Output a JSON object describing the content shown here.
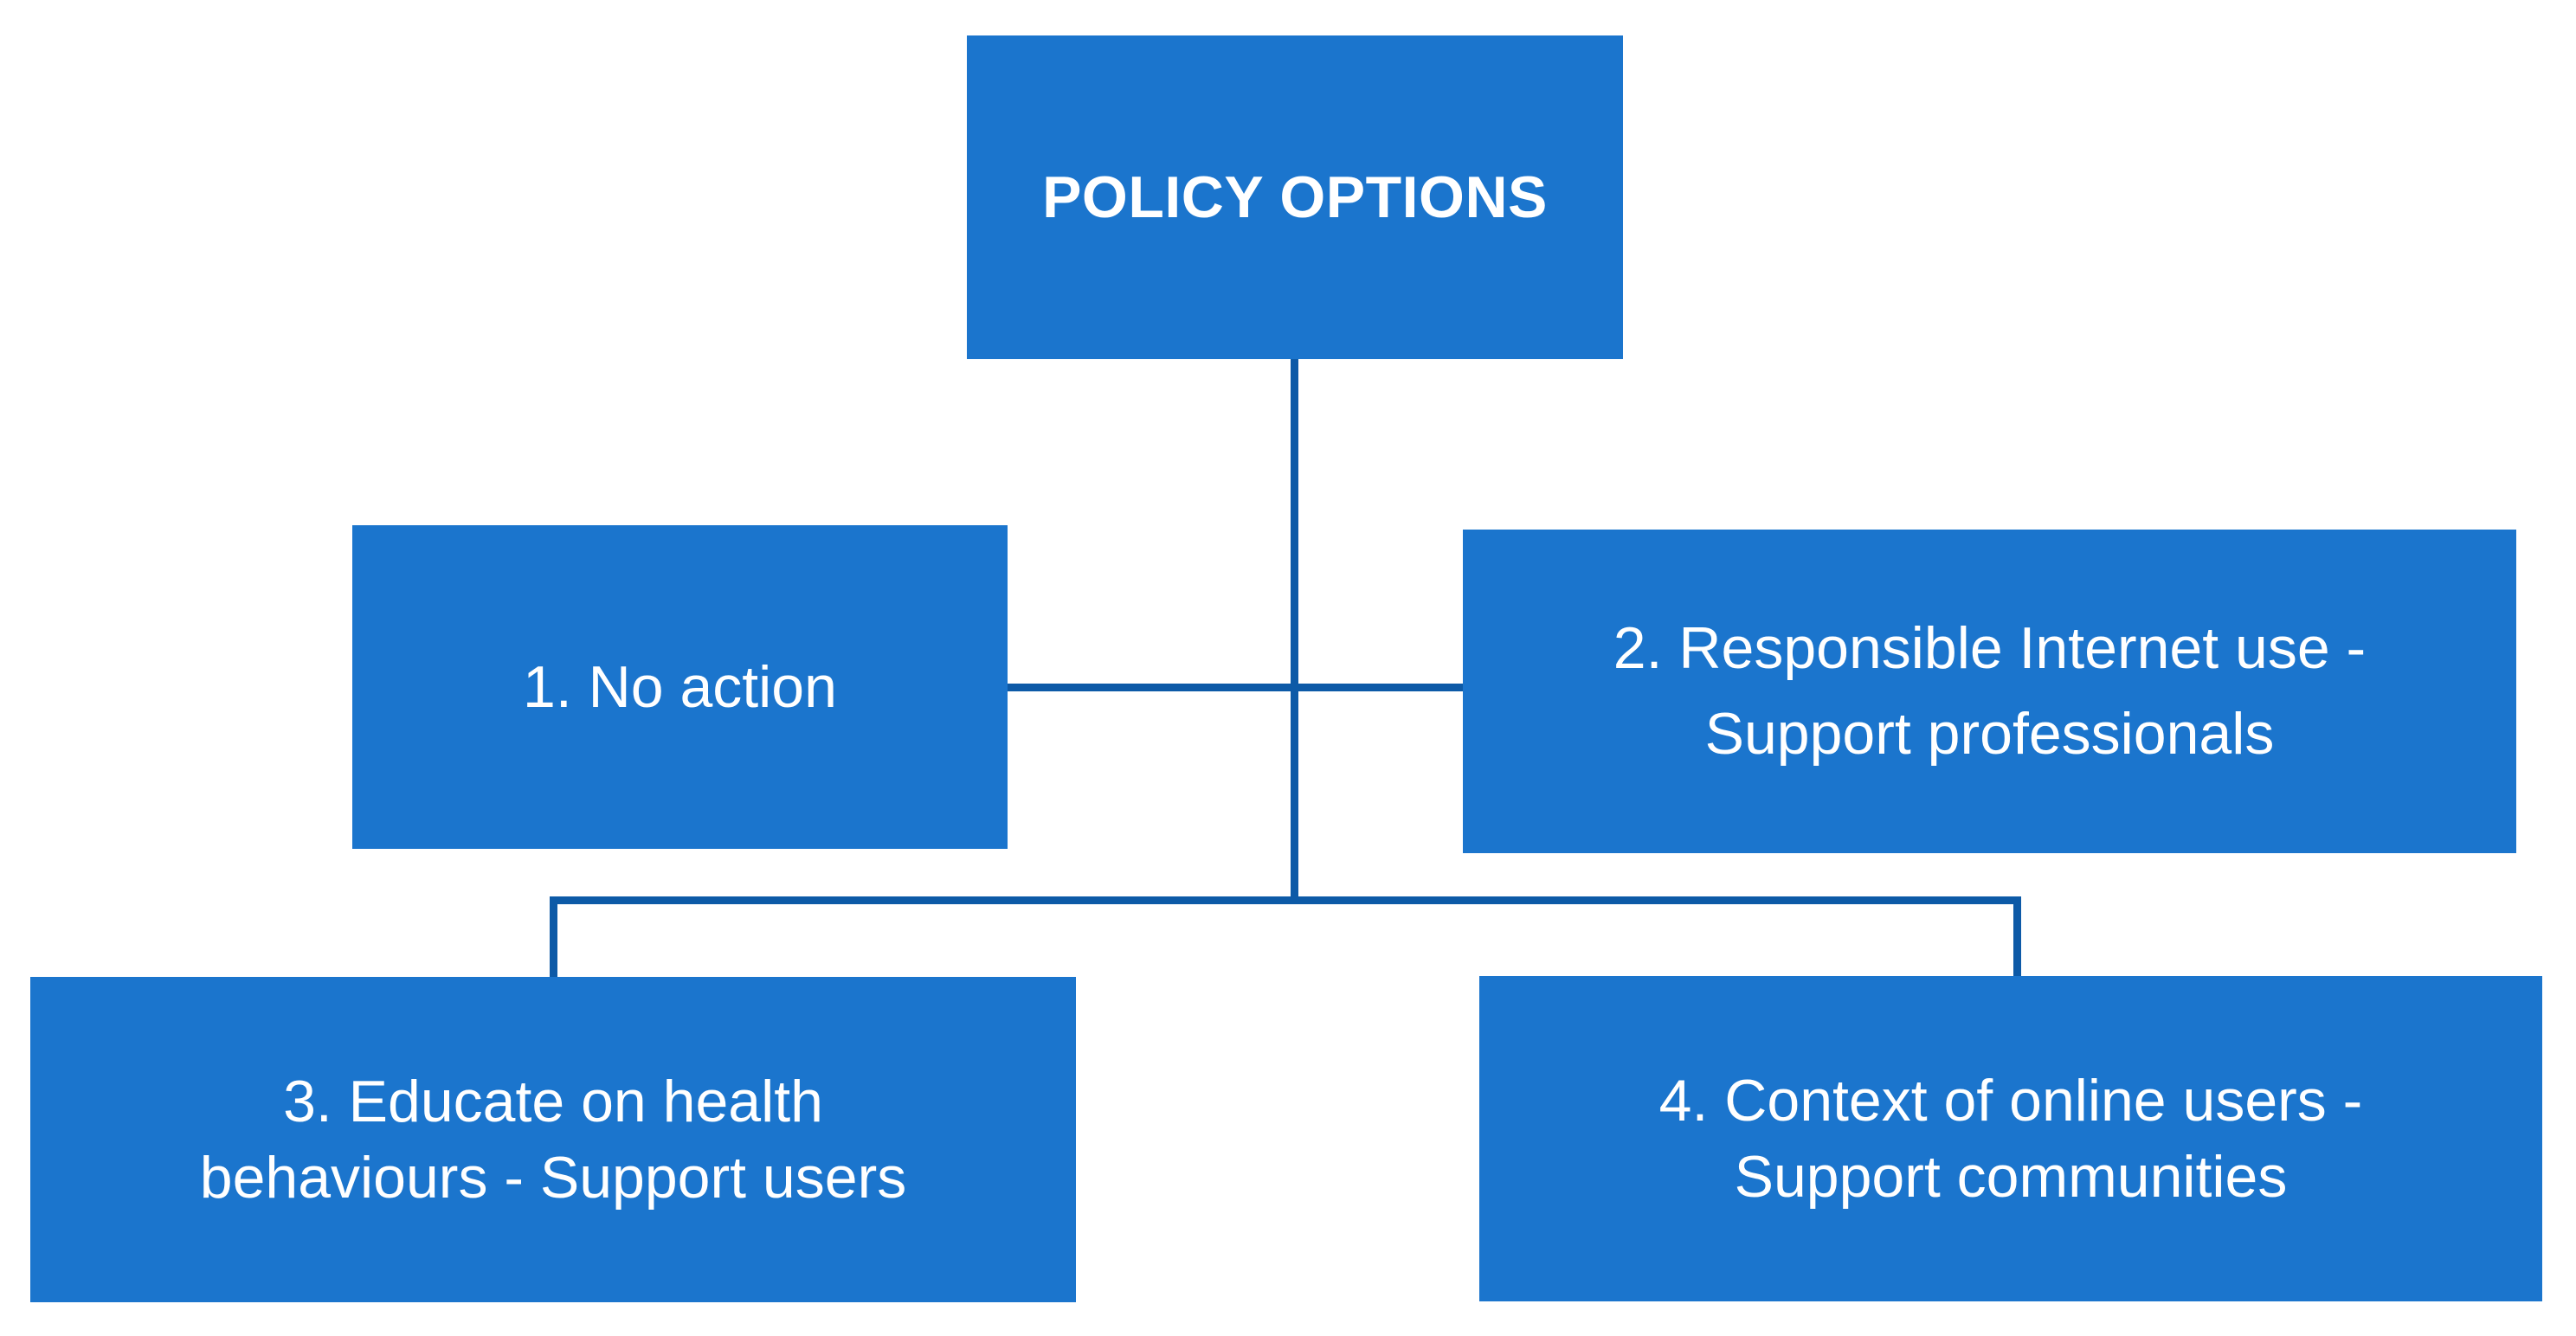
{
  "diagram": {
    "type": "organizational-tree",
    "orientation": "top-down",
    "background_color": "#ffffff",
    "node_fill_color": "#1b75cd",
    "node_text_color": "#ffffff",
    "connector_color": "#0d5aa7",
    "root": {
      "id": "root",
      "label": "POLICY OPTIONS",
      "bold": true
    },
    "options": [
      {
        "id": "opt1",
        "number": "1",
        "label": "1. No action"
      },
      {
        "id": "opt2",
        "number": "2",
        "label": "2. Responsible Internet use -\nSupport professionals"
      },
      {
        "id": "opt3",
        "number": "3",
        "label": "3. Educate on health\nbehaviours - Support users"
      },
      {
        "id": "opt4",
        "number": "4",
        "label": "4. Context of online users -\nSupport communities"
      }
    ]
  }
}
